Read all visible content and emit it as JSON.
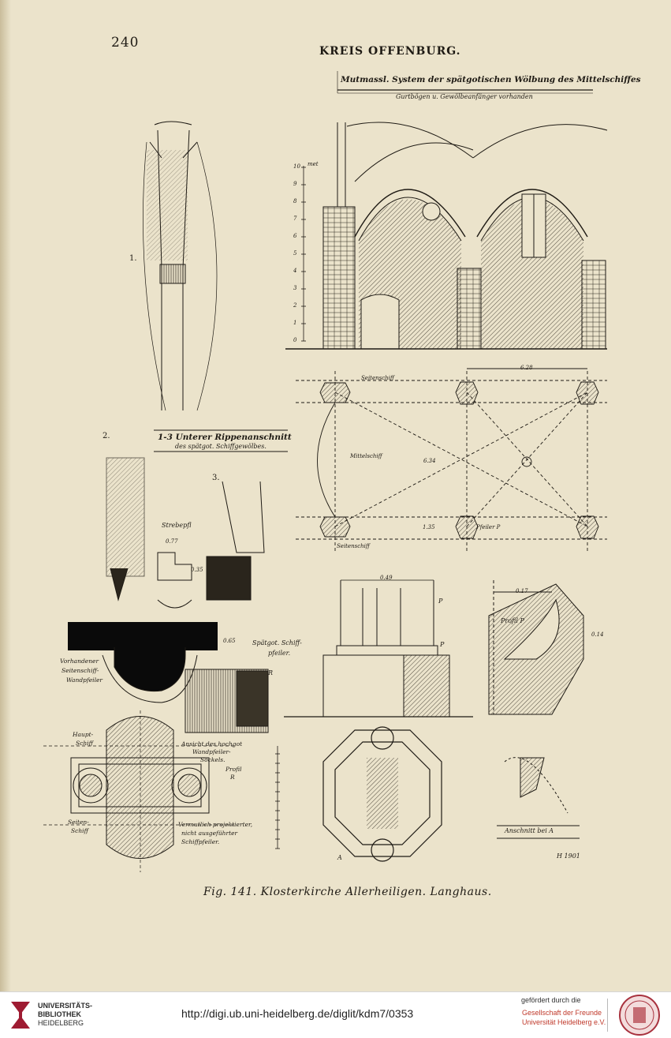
{
  "page": {
    "number": "240",
    "running_head": "KREIS OFFENBURG.",
    "caption": "Fig. 141.   Klosterkirche Allerheiligen.   Langhaus."
  },
  "figure": {
    "title_main": "Mutmassl. System der spätgotischen Wölbung des Mittelschiffes",
    "title_sub": "Gurtbögen u. Gewölbeanfänger vorhanden",
    "rib_title_1": "1-3  Unterer Rippenanschnitt",
    "rib_title_2": "des spätgot. Schiffgewölbes.",
    "scale_unit": "met",
    "scale_ticks": [
      "10",
      "9",
      "8",
      "7",
      "6",
      "5",
      "4",
      "3",
      "2",
      "1",
      "0"
    ],
    "labels": {
      "fig1": "1.",
      "fig2": "2.",
      "fig3": "3.",
      "seitenschiff_top": "Seitenschiff",
      "mittelschiff": "Mittelschiff",
      "seitenschiff_bottom": "Seitenschiff",
      "pfeiler_p": "Pfeiler P",
      "dim_628": "6.28",
      "dim_634": "6.34",
      "dim_135": "1.35",
      "strebepf": "Strebepfl",
      "dim_077": "0.77",
      "dim_035": "0.35",
      "dim_065": "0.65",
      "spaetgot_schiffpfeiler_1": "Spätgot. Schiff-",
      "spaetgot_schiffpfeiler_2": "pfeiler.",
      "vorhandener_1": "Vorhandener",
      "vorhandener_2": "Seitenschiff-",
      "vorhandener_3": "Wandpfeiler",
      "haupt_schiff_1": "Haupt-",
      "haupt_schiff_2": "Schiff",
      "seiten_schiff_1": "Seiten-",
      "seiten_schiff_2": "Schiff",
      "ansicht_1": "Ansicht des hochgot",
      "ansicht_2": "Wandpfeiler-",
      "ansicht_3": "Sockels.",
      "profil_r_1": "Profil",
      "profil_r_2": "R",
      "vermutlich_1": "Vermutlich projektierter,",
      "vermutlich_2": "nicht ausgeführter",
      "vermutlich_3": "Schiffpfeiler.",
      "profil_p": "Profil P",
      "dim_017": "0.17",
      "dim_014": "0.14",
      "dim_049": "0.49",
      "p_upper": "P",
      "p_lower": "P",
      "r_label": "R",
      "a_label": "A",
      "anschnitt": "Anschnitt bei A",
      "signature": "H 1901"
    }
  },
  "footer": {
    "library_line1": "UNIVERSITÄTS-",
    "library_line2": "BIBLIOTHEK",
    "library_line3": "HEIDELBERG",
    "url": "http://digi.ub.uni-heidelberg.de/diglit/kdm7/0353",
    "sponsor_label": "gefördert durch die",
    "sponsor_line1": "Gesellschaft der Freunde",
    "sponsor_line2": "Universität Heidelberg e.V."
  }
}
